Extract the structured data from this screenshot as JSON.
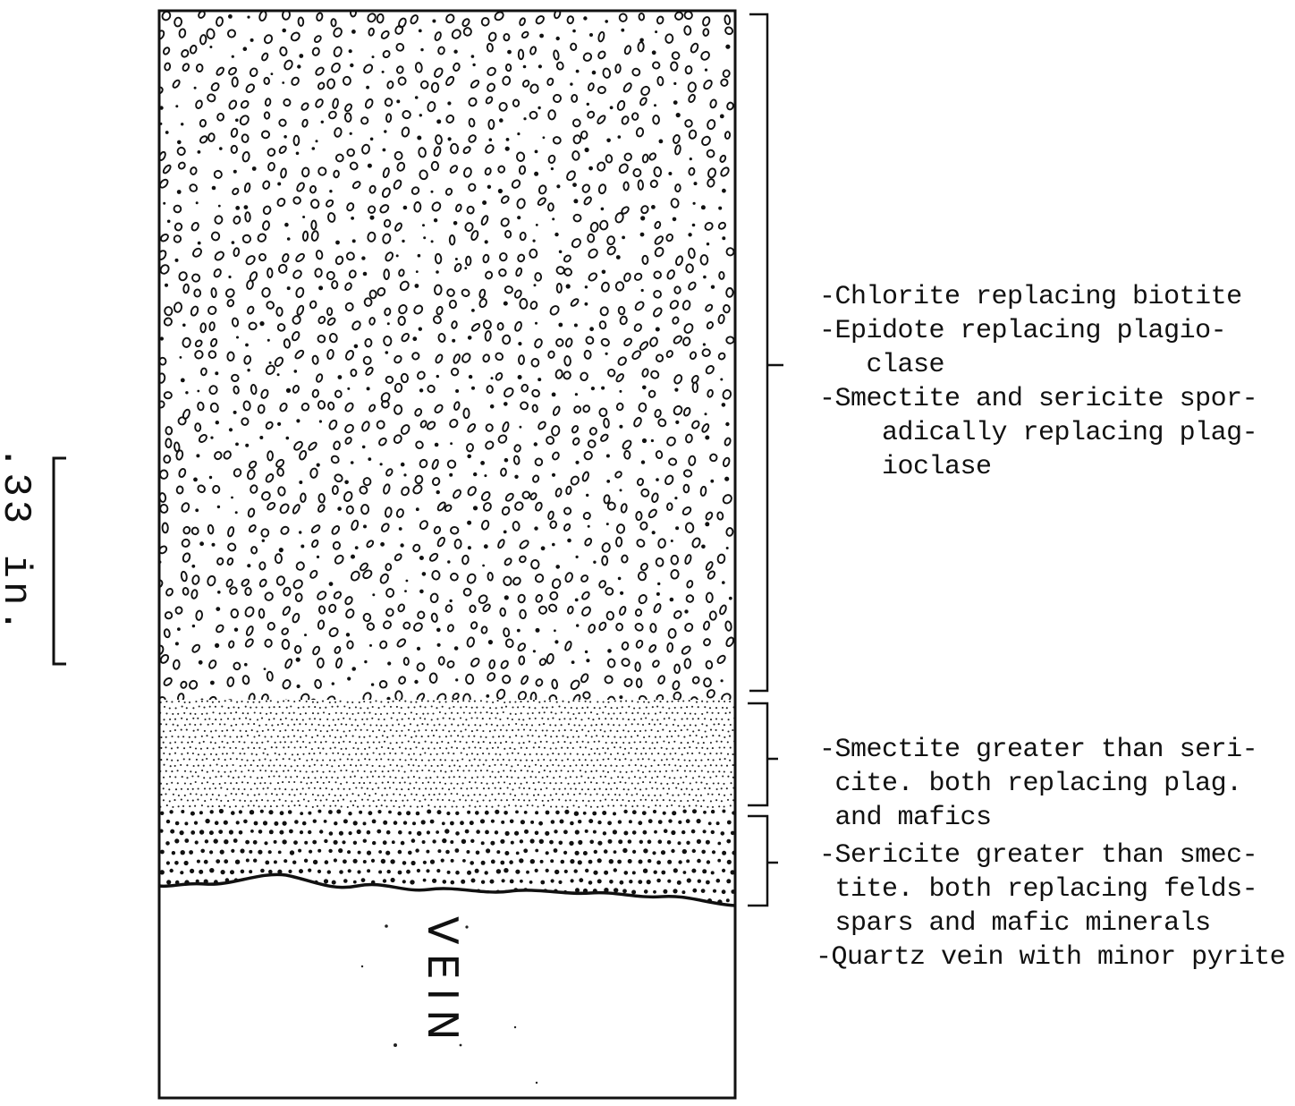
{
  "scale_bar": {
    "label": ".33 in."
  },
  "vein_label": "VEIN",
  "notes": {
    "upper_zone": [
      "-Chlorite replacing biotite",
      "-Epidote replacing plagio-",
      "   clase",
      "-Smectite and sericite spor-",
      "    adically replacing plag-",
      "    ioclase"
    ],
    "middle_zone": [
      "-Smectite greater than seri-",
      " cite. both replacing plag.",
      " and mafics"
    ],
    "lower_zone": [
      "-Sericite greater than smec-",
      " tite. both replacing felds-",
      " spars and mafic minerals"
    ],
    "vein_zone": [
      "-Quartz vein with minor pyrite"
    ]
  },
  "zones": [
    {
      "id": "coarse-altered-rock",
      "texture": "open-ovals"
    },
    {
      "id": "fine-stipple-zone",
      "texture": "fine-dots"
    },
    {
      "id": "coarse-stipple-zone",
      "texture": "coarse-dots"
    },
    {
      "id": "quartz-vein",
      "texture": "blank"
    }
  ]
}
